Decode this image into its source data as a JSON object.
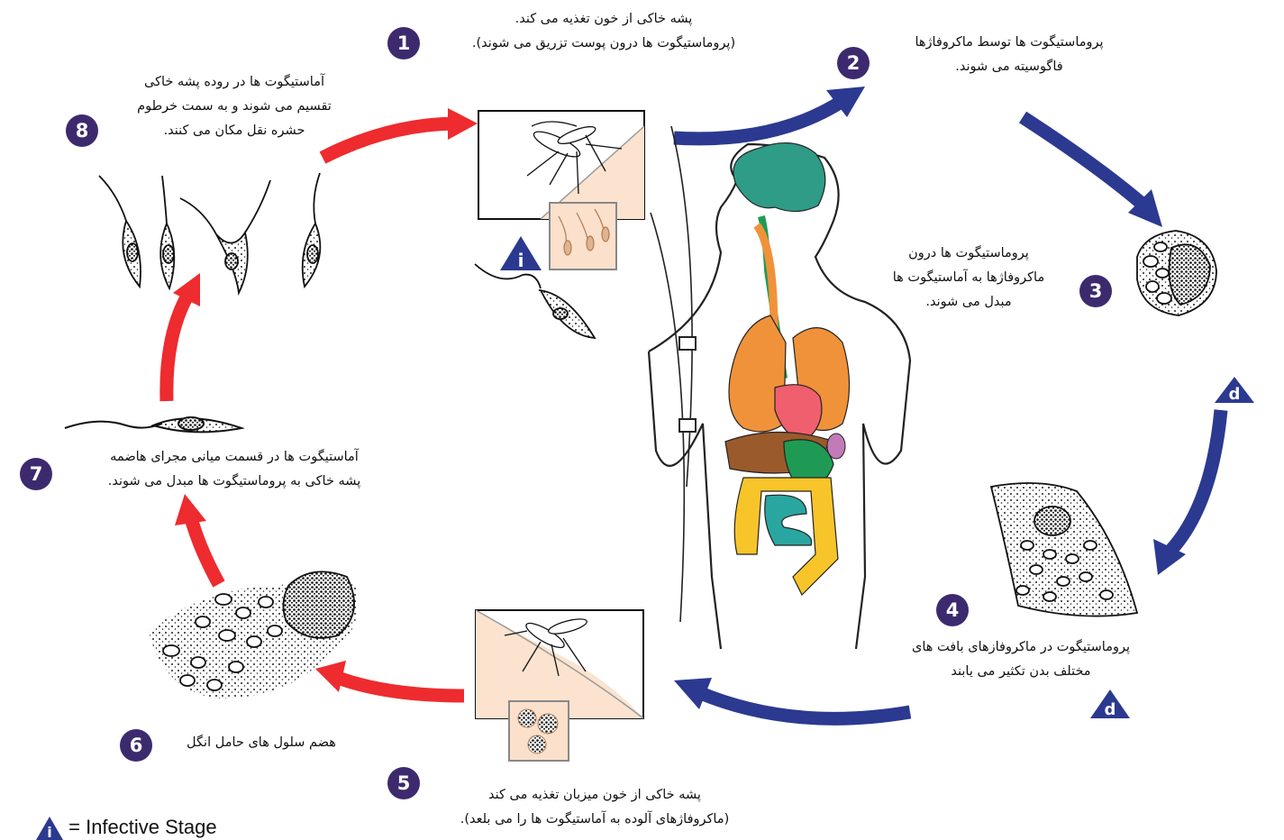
{
  "steps": [
    {
      "num": "1",
      "lines": [
        "پشه خاکی از خون تغذیه می کند.",
        "(پروماستیگوت ها درون پوست تزریق می شوند)."
      ]
    },
    {
      "num": "2",
      "lines": [
        "پروماستیگوت ها توسط ماکروفاژها",
        "فاگوسیته می شوند."
      ]
    },
    {
      "num": "3",
      "lines": [
        "پروماستیگوت ها درون",
        "ماکروفاژها به آماستیگوت ها",
        "مبدل می شوند."
      ]
    },
    {
      "num": "4",
      "lines": [
        "پروماستیگوت در ماکروفازهای بافت های",
        "مختلف بدن تکثیر می یابند"
      ]
    },
    {
      "num": "5",
      "lines": [
        "پشه خاکی از خون میزبان تغذیه می کند",
        "(ماکروفاژهای آلوده به آماستیگوت ها را می بلعد)."
      ]
    },
    {
      "num": "6",
      "lines": [
        "هضم سلول های حامل انگل"
      ]
    },
    {
      "num": "7",
      "lines": [
        "آماستیگوت ها در قسمت میانی مجرای هاضمه",
        "پشه خاکی به پروماستیگوت ها مبدل می شوند."
      ]
    },
    {
      "num": "8",
      "lines": [
        "آماستیگوت ها در روده پشه خاکی",
        "تقسیم می شوند و به سمت خرطوم",
        "حشره نقل مکان می کنند."
      ]
    }
  ],
  "stage_markers": {
    "infective": "i",
    "diagnostic": "d"
  },
  "legend": {
    "symbol": "i",
    "text": "= Infective Stage"
  },
  "colors": {
    "badge": "#3d2a6e",
    "human_arrow": "#2b3990",
    "vector_arrow": "#ee2b2e",
    "brain": "#2e9c86",
    "lungs": "#f0923a",
    "heart": "#ef5f6e",
    "liver": "#9a5a2c",
    "stomach": "#1f9a54",
    "small_intestine": "#2aa6a0",
    "large_intestine": "#f7c52a"
  },
  "icons": [
    "sandfly-icon",
    "promastigote-icon",
    "amastigote-icon",
    "macrophage-icon",
    "human-body-icon",
    "triangle-marker-icon"
  ]
}
